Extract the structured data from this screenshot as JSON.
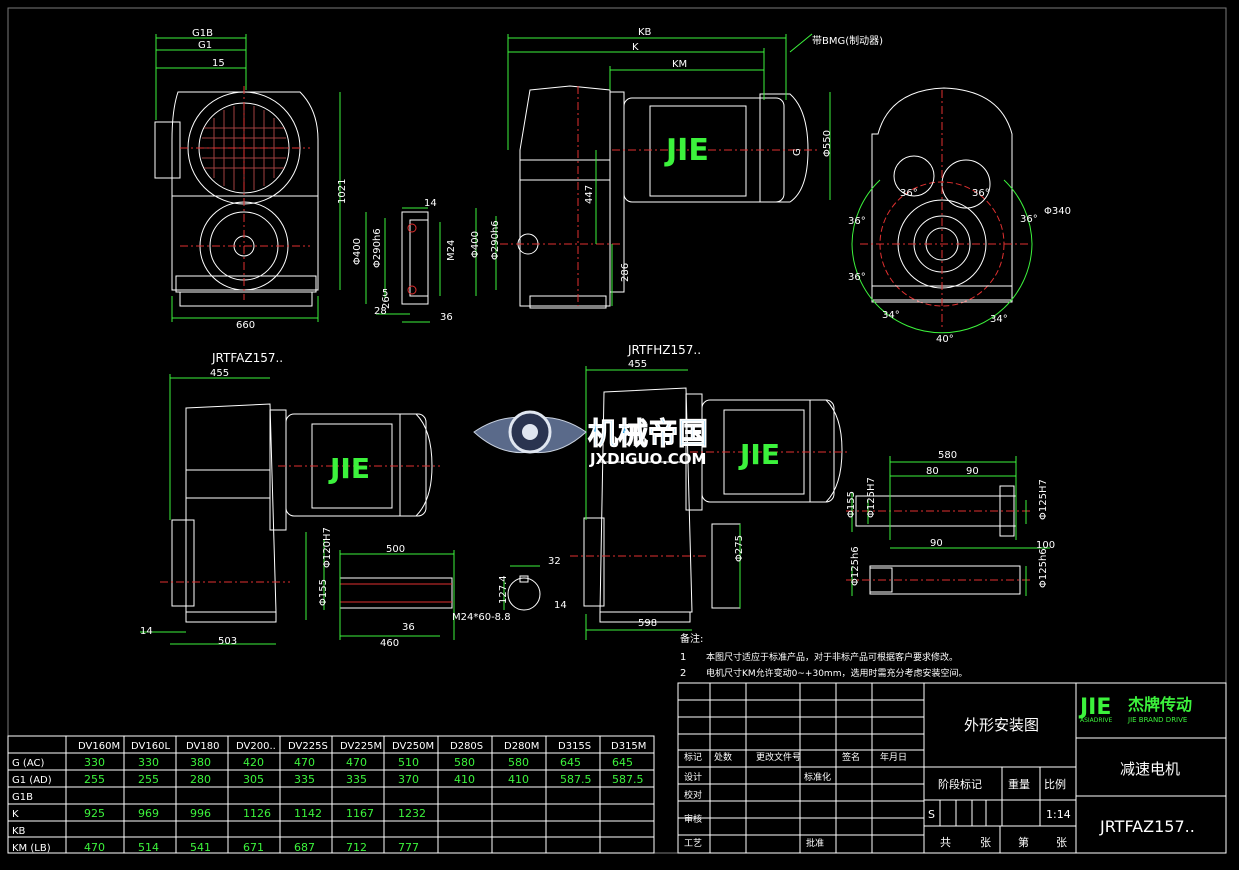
{
  "colors": {
    "background": "#000000",
    "line": "#ffffff",
    "dim": "#3cf23c",
    "center": "#e03030",
    "border": "#7a7a7a",
    "logo": "#3cf23c",
    "hatch": "#a04040"
  },
  "views": {
    "top_left": {
      "dims": [
        "G1B",
        "G1",
        "15",
        "1021",
        "660"
      ]
    },
    "top_middle": {
      "dims": [
        "KB",
        "K",
        "KM",
        "带BMG(制动器)",
        "G",
        "Φ550",
        "447",
        "286"
      ]
    },
    "top_right": {
      "dims": [
        "36°",
        "36°",
        "36°",
        "36°",
        "36°",
        "Φ340",
        "34°",
        "40°",
        "34°"
      ]
    },
    "shaft_small": {
      "dims": [
        "14",
        "Φ400",
        "Φ290h6",
        "M24",
        "5",
        "26",
        "28",
        "36"
      ]
    },
    "shaft_mid": {
      "dims": [
        "Φ400",
        "Φ290h6"
      ]
    },
    "bottom_left": {
      "title": "JRTFAZ157..",
      "dims": [
        "455",
        "14",
        "503",
        "Φ120H7",
        "Φ155"
      ]
    },
    "bottom_shaft": {
      "dims": [
        "500",
        "36",
        "460",
        "M24*60-8.8",
        "32",
        "127.4",
        "14"
      ]
    },
    "bottom_middle": {
      "title": "JRTFHZ157..",
      "dims": [
        "455",
        "598",
        "Φ275"
      ]
    },
    "bottom_right": {
      "dims": [
        "580",
        "80",
        "90",
        "Φ155",
        "Φ125H7",
        "Φ125H7",
        "90",
        "100",
        "Φ125h6",
        "Φ125h6"
      ]
    }
  },
  "motor_logo": "JIE",
  "watermark": {
    "text": "机械帝国",
    "url": "JXDIGUO.COM"
  },
  "notes": {
    "title": "备注:",
    "items": [
      {
        "num": "1",
        "text": "本图尺寸适应于标准产品，对于非标产品可根据客户要求修改。"
      },
      {
        "num": "2",
        "text": "电机尺寸KM允许变动0~+30mm，选用时需充分考虑安装空间。"
      }
    ]
  },
  "spec_table": {
    "columns": [
      "",
      "DV160M",
      "DV160L",
      "DV180",
      "DV200..",
      "DV225S",
      "DV225M",
      "DV250M",
      "D280S",
      "D280M",
      "D315S",
      "D315M"
    ],
    "rows": [
      {
        "label": "G  (AC)",
        "values": [
          "330",
          "330",
          "380",
          "420",
          "470",
          "470",
          "510",
          "580",
          "580",
          "645",
          "645"
        ]
      },
      {
        "label": "G1 (AD)",
        "values": [
          "255",
          "255",
          "280",
          "305",
          "335",
          "335",
          "370",
          "410",
          "410",
          "587.5",
          "587.5"
        ]
      },
      {
        "label": "G1B",
        "values": [
          "",
          "",
          "",
          "",
          "",
          "",
          "",
          "",
          "",
          "",
          ""
        ]
      },
      {
        "label": "K",
        "values": [
          "925",
          "969",
          "996",
          "1126",
          "1142",
          "1167",
          "1232",
          "",
          "",
          "",
          ""
        ]
      },
      {
        "label": "KB",
        "values": [
          "",
          "",
          "",
          "",
          "",
          "",
          "",
          "",
          "",
          "",
          ""
        ]
      },
      {
        "label": "KM (LB)",
        "values": [
          "470",
          "514",
          "541",
          "671",
          "687",
          "712",
          "777",
          "",
          "",
          "",
          ""
        ]
      }
    ]
  },
  "title_block": {
    "revision_headers": [
      "标记",
      "处数",
      "更改文件号",
      "签名",
      "年月日"
    ],
    "roles": [
      "设计",
      "校对",
      "审核",
      "工艺"
    ],
    "standardize": "标准化",
    "approve": "批准",
    "drawing_name": "外形安装图",
    "stage_label": "阶段标记",
    "weight_label": "重量",
    "scale_label": "比例",
    "stage_value": "S",
    "scale_value": "1:14",
    "sheets_total": "共",
    "sheets_unit1": "张",
    "sheet_no": "第",
    "sheets_unit2": "张",
    "company_logo": "JIE",
    "company_name": "杰牌传动",
    "company_sub1": "ASIADRIVE",
    "company_sub2": "JIE BRAND DRIVE",
    "product_name": "减速电机",
    "model": "JRTFAZ157.."
  }
}
